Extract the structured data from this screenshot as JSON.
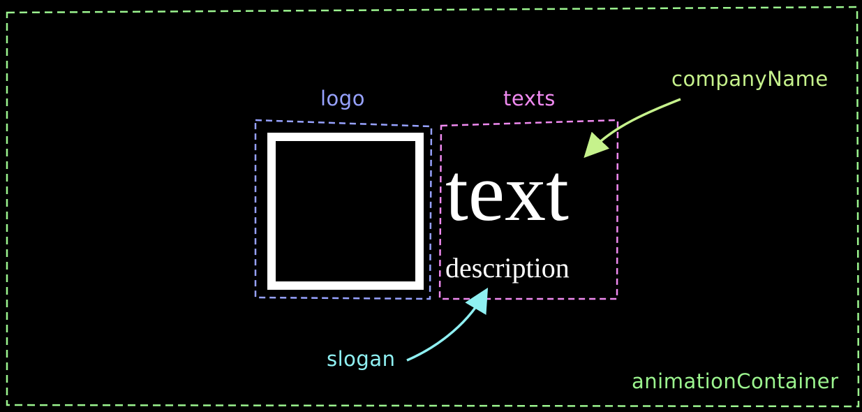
{
  "diagram": {
    "container_label": "animationContainer",
    "logo_label": "logo",
    "texts_label": "texts",
    "company_name_label": "companyName",
    "slogan_label": "slogan",
    "company_name_text": "text",
    "slogan_text": "description"
  },
  "colors": {
    "background": "#000000",
    "container_border": "#9cf58f",
    "logo_border": "#97a2ff",
    "texts_border": "#f08af0",
    "company_arrow": "#c6f28c",
    "slogan_arrow": "#8ff0f2",
    "logo_square": "#ffffff",
    "mock_text": "#ffffff"
  }
}
